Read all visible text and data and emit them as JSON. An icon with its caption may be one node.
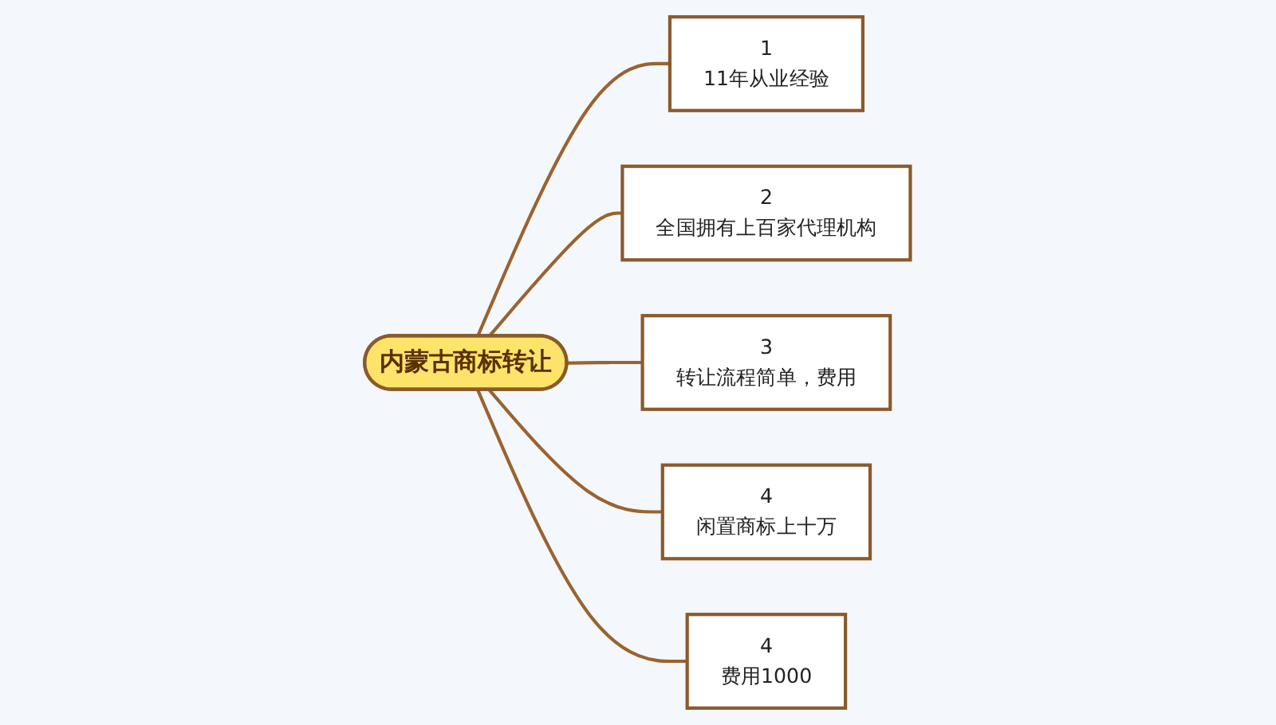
{
  "diagram": {
    "nodes": [
      {
        "text": [
          "内蒙古商标转让"
        ]
      },
      {
        "text": [
          "1",
          "11年从业经验"
        ]
      },
      {
        "text": [
          "2",
          "全国拥有上百家代理机构"
        ]
      },
      {
        "text": [
          "3",
          "转让流程简单，费用"
        ]
      },
      {
        "text": [
          "4",
          "闲置商标上十万"
        ]
      },
      {
        "text": [
          "4",
          "费用1000"
        ]
      }
    ],
    "edges": [
      {
        "from": 0,
        "to": 1,
        "arrow": "none"
      },
      {
        "from": 0,
        "to": 2,
        "arrow": "none"
      },
      {
        "from": 0,
        "to": 3,
        "arrow": "none"
      },
      {
        "from": 0,
        "to": 4,
        "arrow": "none"
      },
      {
        "from": 0,
        "to": 5,
        "arrow": "none"
      }
    ]
  }
}
